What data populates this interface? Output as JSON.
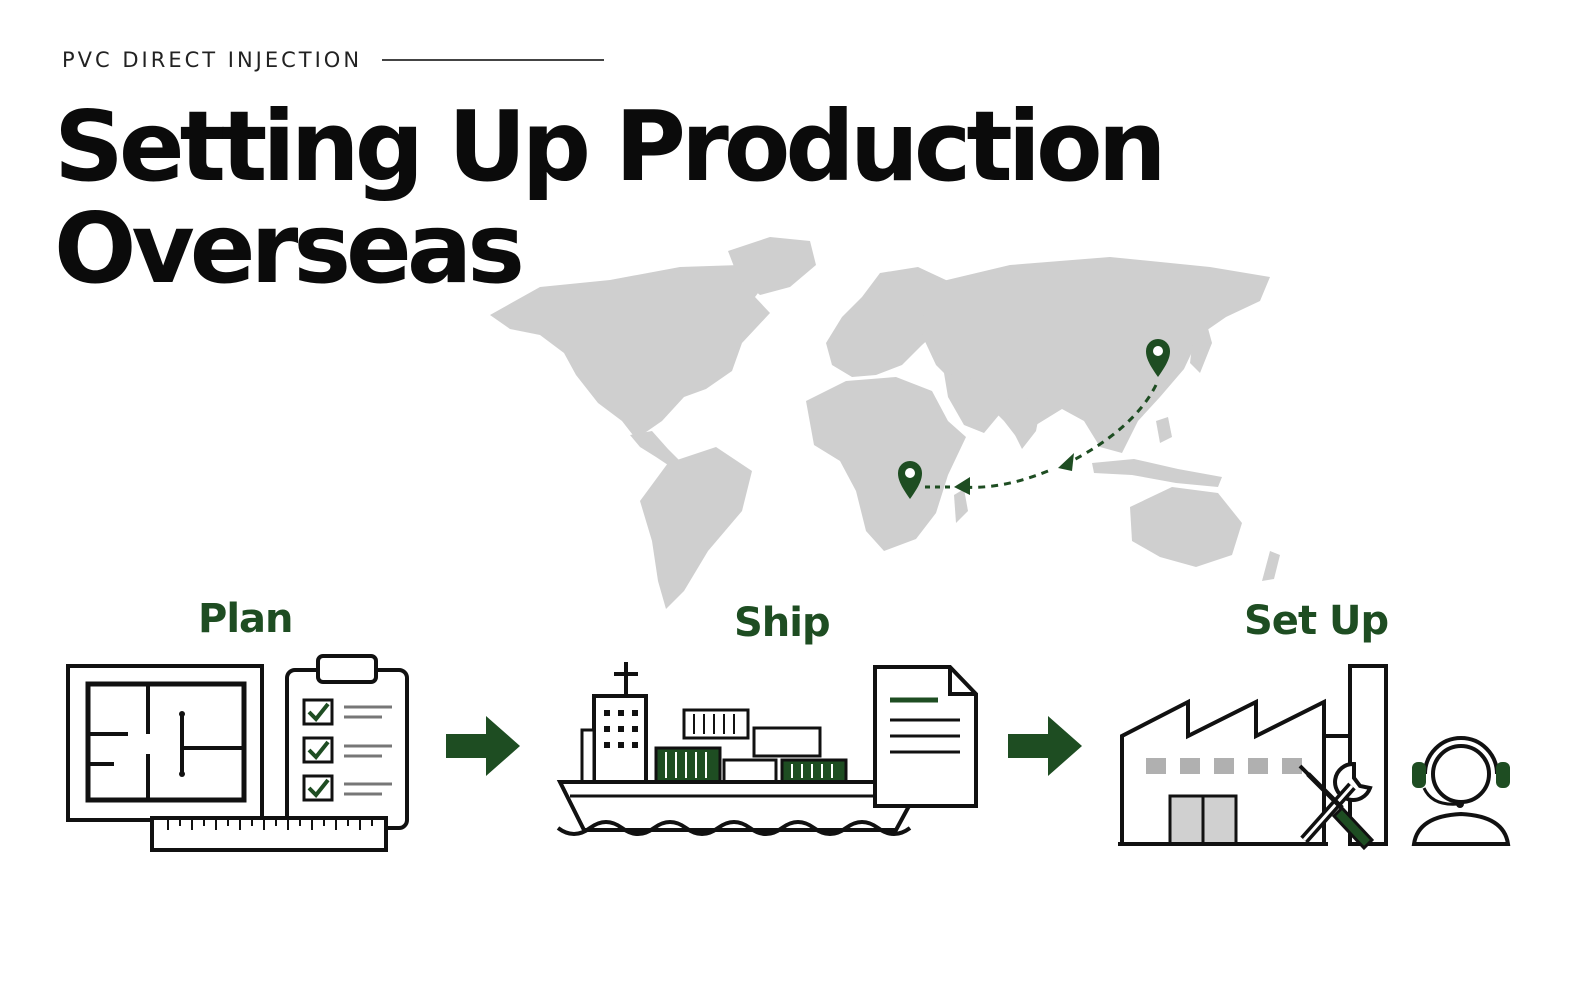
{
  "header": {
    "eyebrow": "PVC DIRECT INJECTION",
    "title_line1": "Setting Up Production",
    "title_line2": "Overseas"
  },
  "steps": [
    {
      "label": "Plan",
      "icons": [
        "floor-plan-icon",
        "clipboard-checklist-icon",
        "ruler-icon"
      ]
    },
    {
      "label": "Ship",
      "icons": [
        "cargo-ship-icon",
        "document-icon"
      ]
    },
    {
      "label": "Set Up",
      "icons": [
        "factory-icon",
        "tools-icon",
        "support-headset-icon"
      ]
    }
  ],
  "map": {
    "markers": [
      "origin-pin-icon",
      "destination-pin-icon"
    ],
    "route": "dashed-route-arrow"
  },
  "colors": {
    "accent_green": "#1e4d22",
    "map_gray": "#cfcfcf",
    "line_black": "#111111",
    "title_black": "#0b0b0b"
  }
}
